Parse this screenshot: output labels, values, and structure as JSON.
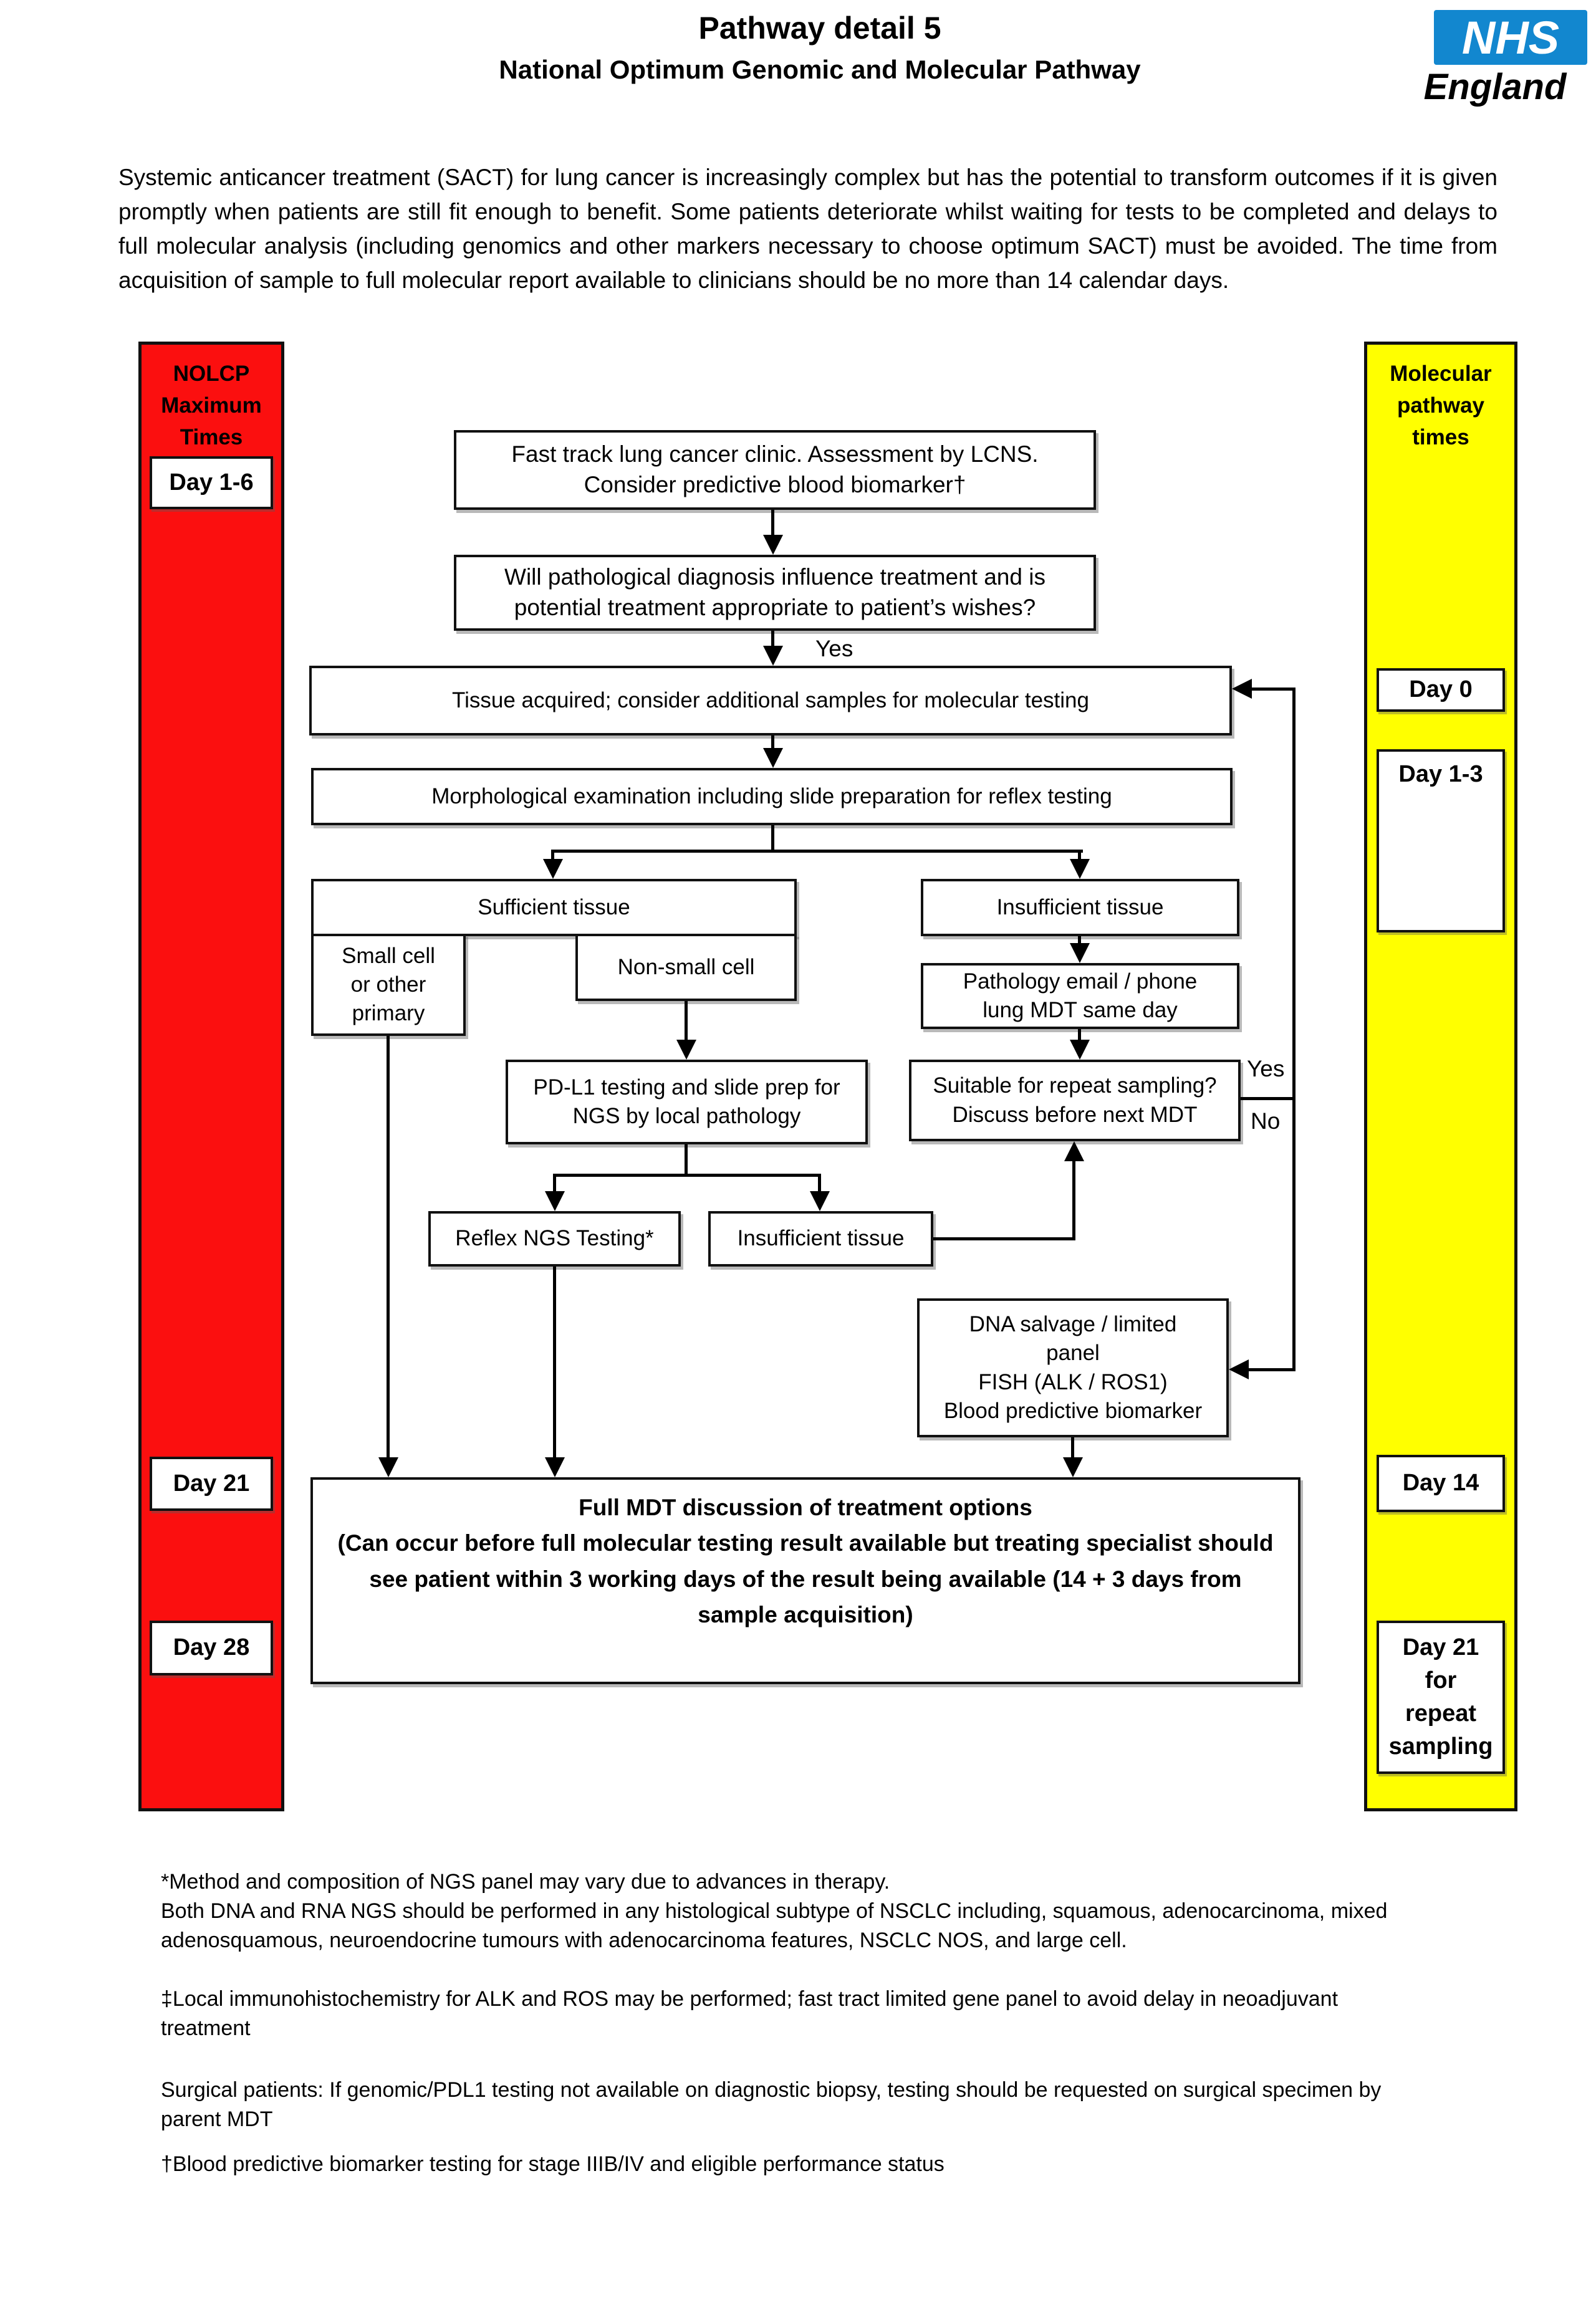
{
  "header": {
    "title": "Pathway detail 5",
    "subtitle": "National Optimum Genomic and Molecular Pathway",
    "logo": {
      "nhs": "NHS",
      "england": "England"
    }
  },
  "colors": {
    "nolcp_red": "#fb0f0f",
    "pathway_yellow": "#ffff00",
    "nhs_blue": "#1287cf"
  },
  "intro": "Systemic anticancer treatment (SACT) for lung cancer is increasingly complex but has the potential to transform outcomes if it is given promptly when patients are still fit enough to benefit. Some patients deteriorate whilst waiting for tests to be completed and delays to full molecular analysis (including genomics and other markers necessary to choose optimum SACT) must be avoided. The time from acquisition of sample to full molecular report available to clinicians should be no more than 14 calendar days.",
  "left_column": {
    "header": "NOLCP\nMaximum\nTimes",
    "milestones": {
      "d16": "Day 1-6",
      "d21": "Day 21",
      "d28": "Day 28"
    }
  },
  "right_column": {
    "header": "Molecular\npathway\ntimes",
    "milestones": {
      "d0": "Day 0",
      "d13": "Day 1-3",
      "d14": "Day 14",
      "d21r": "Day 21\nfor\nrepeat\nsampling"
    }
  },
  "flow": {
    "fast_track": "Fast track lung cancer clinic. Assessment by LCNS.\nConsider predictive blood biomarker†",
    "path_influence": "Will pathological diagnosis influence treatment and is\npotential treatment appropriate to patient’s wishes?",
    "yes1": "Yes",
    "tissue_acquired": "Tissue acquired; consider additional samples for molecular testing",
    "morphological": "Morphological examination including slide preparation for reflex testing",
    "sufficient": "Sufficient tissue",
    "insufficient1": "Insufficient tissue",
    "small_cell": "Small cell\nor other\nprimary",
    "non_small_cell": "Non-small cell",
    "pdl1": "PD-L1 testing and slide prep for\nNGS by local pathology",
    "pathology_email": "Pathology email / phone\nlung MDT same day",
    "suitable": "Suitable for repeat sampling?\nDiscuss before next MDT",
    "yes2": "Yes",
    "no2": "No",
    "reflex_ngs": "Reflex NGS Testing*",
    "insufficient2": "Insufficient tissue",
    "dna_salvage": "DNA salvage / limited\npanel\nFISH (ALK / ROS1)\nBlood predictive biomarker",
    "full_mdt": "Full MDT discussion of treatment options\n(Can occur before full molecular testing result available but treating specialist should\nsee patient within 3 working days of the result being available (14 + 3 days from\nsample acquisition)"
  },
  "footnotes": {
    "f1": "*Method and composition of NGS panel may vary due to advances in therapy.\nBoth DNA and RNA NGS should be performed in any histological subtype of NSCLC including, squamous, adenocarcinoma, mixed adenosquamous, neuroendocrine tumours with adenocarcinoma features,  NSCLC NOS, and large cell.",
    "f2": "‡Local immunohistochemistry for ALK and ROS may be performed; fast tract limited gene panel to avoid delay in neoadjuvant treatment",
    "f3": "Surgical patients: If genomic/PDL1 testing not available on diagnostic biopsy, testing should be requested on surgical specimen by parent MDT",
    "f4": "†Blood predictive biomarker testing for stage IIIB/IV and eligible performance status"
  }
}
